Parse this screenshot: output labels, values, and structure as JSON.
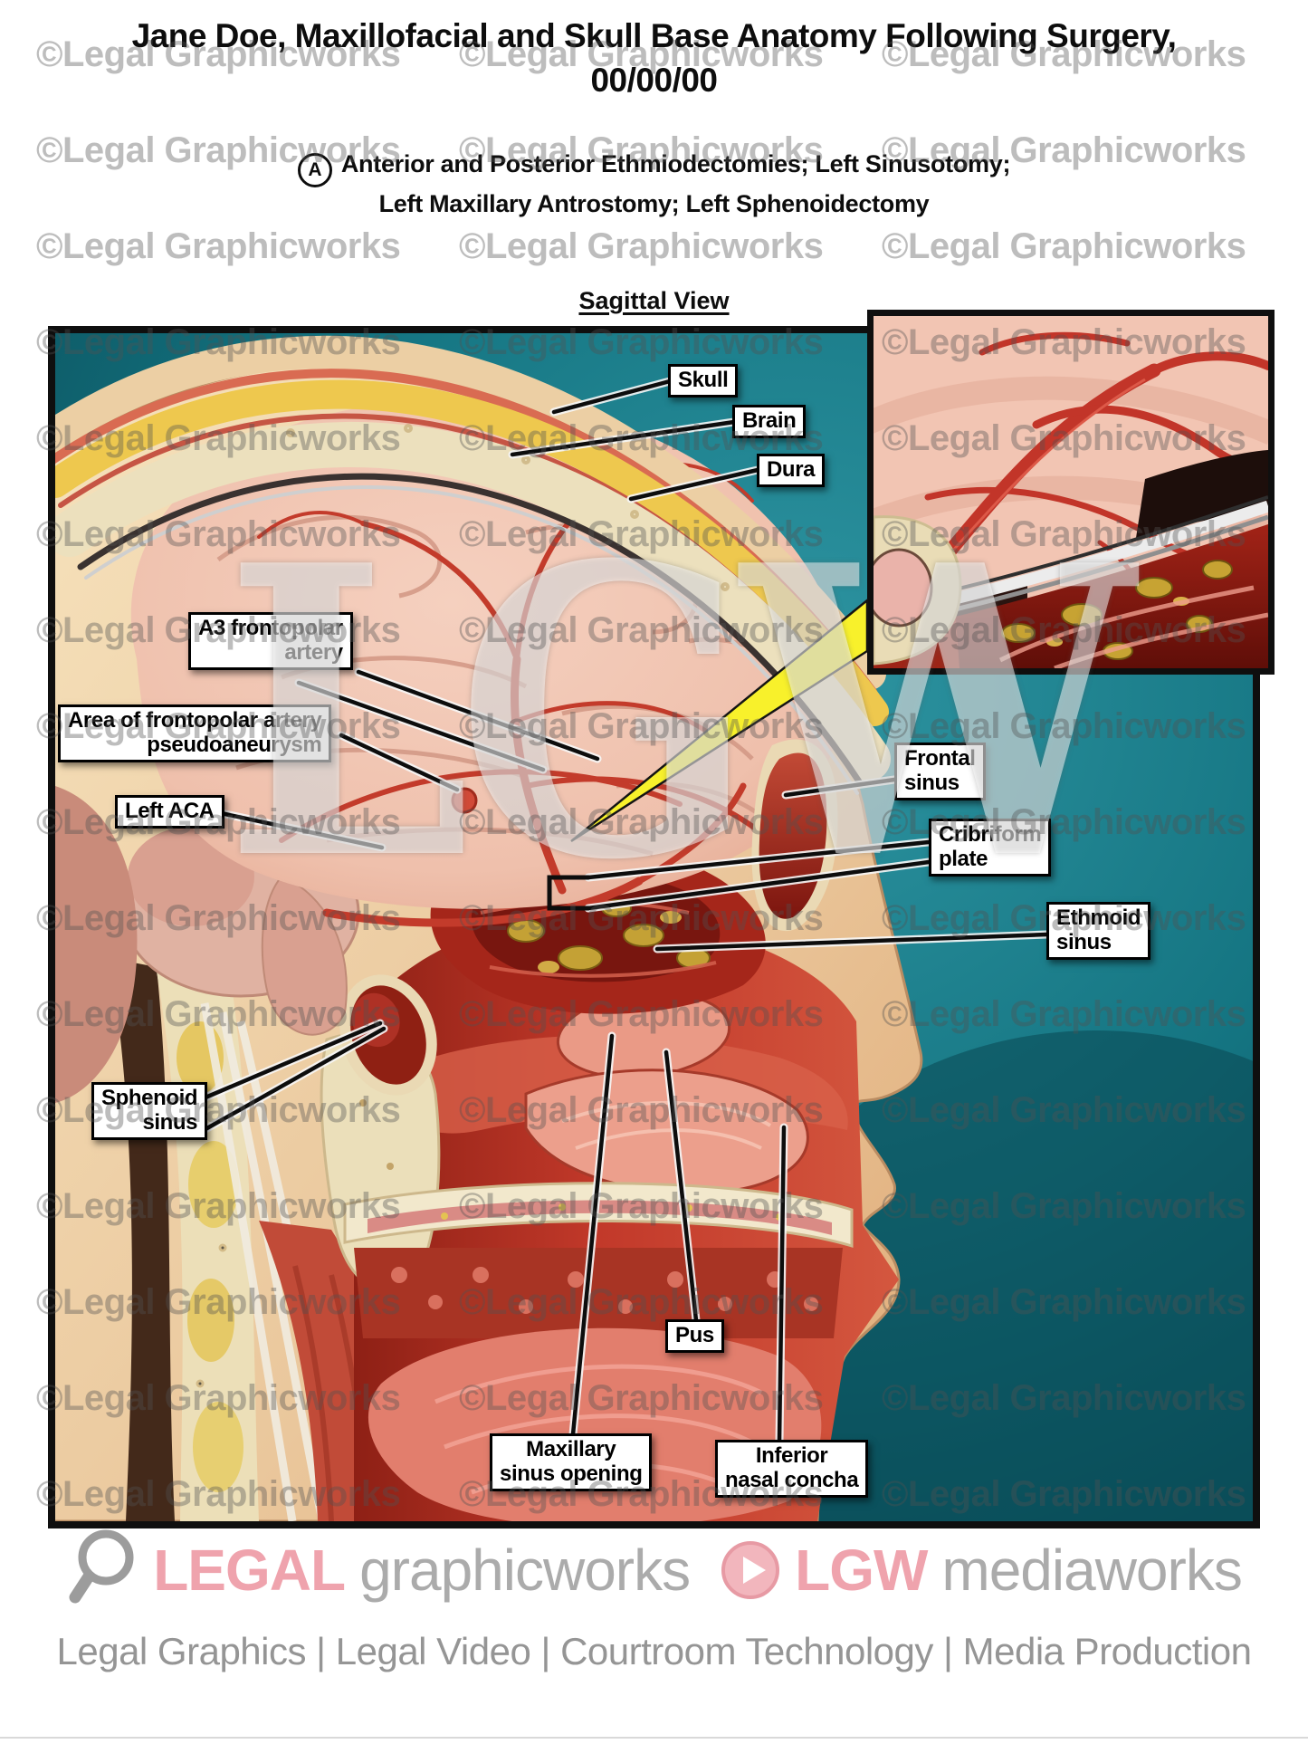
{
  "title": {
    "line1": "Jane Doe, Maxillofacial and Skull Base Anatomy Following Surgery,",
    "line2": "00/00/00"
  },
  "procedure": {
    "marker": "A",
    "line1": "Anterior and Posterior Ethmiodectomies; Left Sinusotomy;",
    "line2": "Left Maxillary Antrostomy; Left Sphenoidectomy"
  },
  "view_label": "Sagittal View",
  "watermark": {
    "tile_text": "©Legal Graphicworks",
    "big_text": "LGW"
  },
  "labels": {
    "skull": {
      "text": "Skull"
    },
    "brain": {
      "text": "Brain"
    },
    "dura": {
      "text": "Dura"
    },
    "a3_frontopolar_artery": {
      "line1": "A3 frontopolar",
      "line2": "artery"
    },
    "frontopolar_pseudoaneurysm": {
      "line1": "Area of frontopolar artery",
      "line2": "pseudoaneurysm"
    },
    "left_aca": {
      "text": "Left ACA"
    },
    "frontal_sinus": {
      "line1": "Frontal",
      "line2": "sinus"
    },
    "cribriform_plate": {
      "line1": "Cribriform",
      "line2": "plate"
    },
    "ethmoid_sinus": {
      "line1": "Ethmoid",
      "line2": "sinus"
    },
    "sphenoid_sinus": {
      "line1": "Sphenoid",
      "line2": "sinus"
    },
    "pus": {
      "text": "Pus"
    },
    "maxillary_sinus_opening": {
      "line1": "Maxillary",
      "line2": "sinus opening"
    },
    "inferior_nasal_concha": {
      "line1": "Inferior",
      "line2": "nasal concha"
    }
  },
  "footer": {
    "brand1_accent": "LEGAL",
    "brand1_rest": "graphicworks",
    "brand2_accent": "LGW",
    "brand2_rest": "mediaworks",
    "tagline": "Legal Graphics | Legal Video | Courtroom Technology | Media Production"
  },
  "colors": {
    "accent_pink": "#efa3ad",
    "teal_background": "#147481",
    "beam_yellow": "#f8f12b",
    "label_border": "#000000",
    "watermark_gray": "#8a8a8a"
  }
}
